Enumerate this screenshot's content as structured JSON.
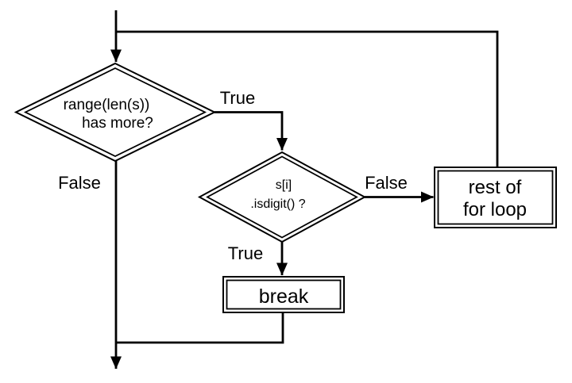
{
  "flowchart": {
    "background_color": "#ffffff",
    "stroke_color": "#000000",
    "text_color": "#000000",
    "nodes": {
      "loop_condition": {
        "shape": "decision",
        "line1": "range(len(s))",
        "line2": "has more?"
      },
      "digit_check": {
        "shape": "decision",
        "line1": "s[i]",
        "line2": ".isdigit() ?"
      },
      "rest_of_loop": {
        "shape": "process",
        "line1": "rest of",
        "line2": "for loop"
      },
      "break_node": {
        "shape": "process",
        "line1": "break"
      }
    },
    "edge_labels": {
      "loop_true": "True",
      "loop_false": "False",
      "digit_true": "True",
      "digit_false": "False"
    }
  }
}
